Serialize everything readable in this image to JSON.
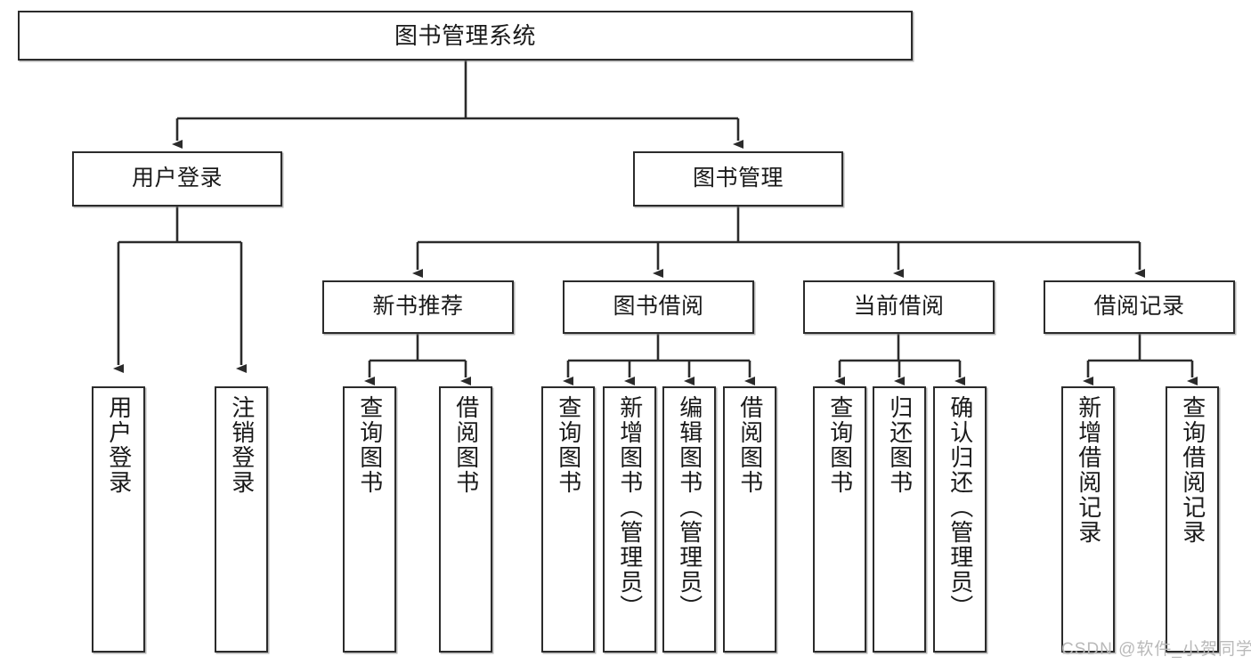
{
  "diagram": {
    "title": "图书管理系统",
    "type": "tree",
    "watermark": "CSDN @软件_小贺同学",
    "colors": {
      "box_border": "#2b2b2b",
      "box_fill": "#ffffff",
      "connector": "#2b2b2b",
      "text": "#1a1a1a",
      "watermark": "#b9b9b9"
    },
    "levels": {
      "root": "图书管理系统",
      "level2": [
        "用户登录",
        "图书管理"
      ],
      "level3": [
        "新书推荐",
        "图书借阅",
        "当前借阅",
        "借阅记录"
      ]
    },
    "nodes": {
      "root": {
        "label": "图书管理系统"
      },
      "user_login": {
        "label": "用户登录"
      },
      "book_manage": {
        "label": "图书管理"
      },
      "new_book_rec": {
        "label": "新书推荐"
      },
      "book_borrow": {
        "label": "图书借阅"
      },
      "current_borrow": {
        "label": "当前借阅"
      },
      "borrow_record": {
        "label": "借阅记录"
      },
      "leaf_user_login": {
        "label": "用户登录"
      },
      "leaf_logout": {
        "label": "注销登录"
      },
      "leaf_query_book_1": {
        "label": "查询图书"
      },
      "leaf_borrow_book_1": {
        "label": "借阅图书"
      },
      "leaf_query_book_2": {
        "label": "查询图书"
      },
      "leaf_add_book": {
        "label": "新增图书（管理员）"
      },
      "leaf_edit_book": {
        "label": "编辑图书（管理员）"
      },
      "leaf_borrow_book_2": {
        "label": "借阅图书"
      },
      "leaf_query_book_3": {
        "label": "查询图书"
      },
      "leaf_return_book": {
        "label": "归还图书"
      },
      "leaf_confirm_return": {
        "label": "确认归还（管理员）"
      },
      "leaf_add_record": {
        "label": "新增借阅记录"
      },
      "leaf_query_record": {
        "label": "查询借阅记录"
      }
    },
    "edges": [
      {
        "from": "root",
        "to": "user_login"
      },
      {
        "from": "root",
        "to": "book_manage"
      },
      {
        "from": "user_login",
        "to": "leaf_user_login"
      },
      {
        "from": "user_login",
        "to": "leaf_logout"
      },
      {
        "from": "book_manage",
        "to": "new_book_rec"
      },
      {
        "from": "book_manage",
        "to": "book_borrow"
      },
      {
        "from": "book_manage",
        "to": "current_borrow"
      },
      {
        "from": "book_manage",
        "to": "borrow_record"
      },
      {
        "from": "new_book_rec",
        "to": "leaf_query_book_1"
      },
      {
        "from": "new_book_rec",
        "to": "leaf_borrow_book_1"
      },
      {
        "from": "book_borrow",
        "to": "leaf_query_book_2"
      },
      {
        "from": "book_borrow",
        "to": "leaf_add_book"
      },
      {
        "from": "book_borrow",
        "to": "leaf_edit_book"
      },
      {
        "from": "book_borrow",
        "to": "leaf_borrow_book_2"
      },
      {
        "from": "current_borrow",
        "to": "leaf_query_book_3"
      },
      {
        "from": "current_borrow",
        "to": "leaf_return_book"
      },
      {
        "from": "current_borrow",
        "to": "leaf_confirm_return"
      },
      {
        "from": "borrow_record",
        "to": "leaf_add_record"
      },
      {
        "from": "borrow_record",
        "to": "leaf_query_record"
      }
    ]
  }
}
